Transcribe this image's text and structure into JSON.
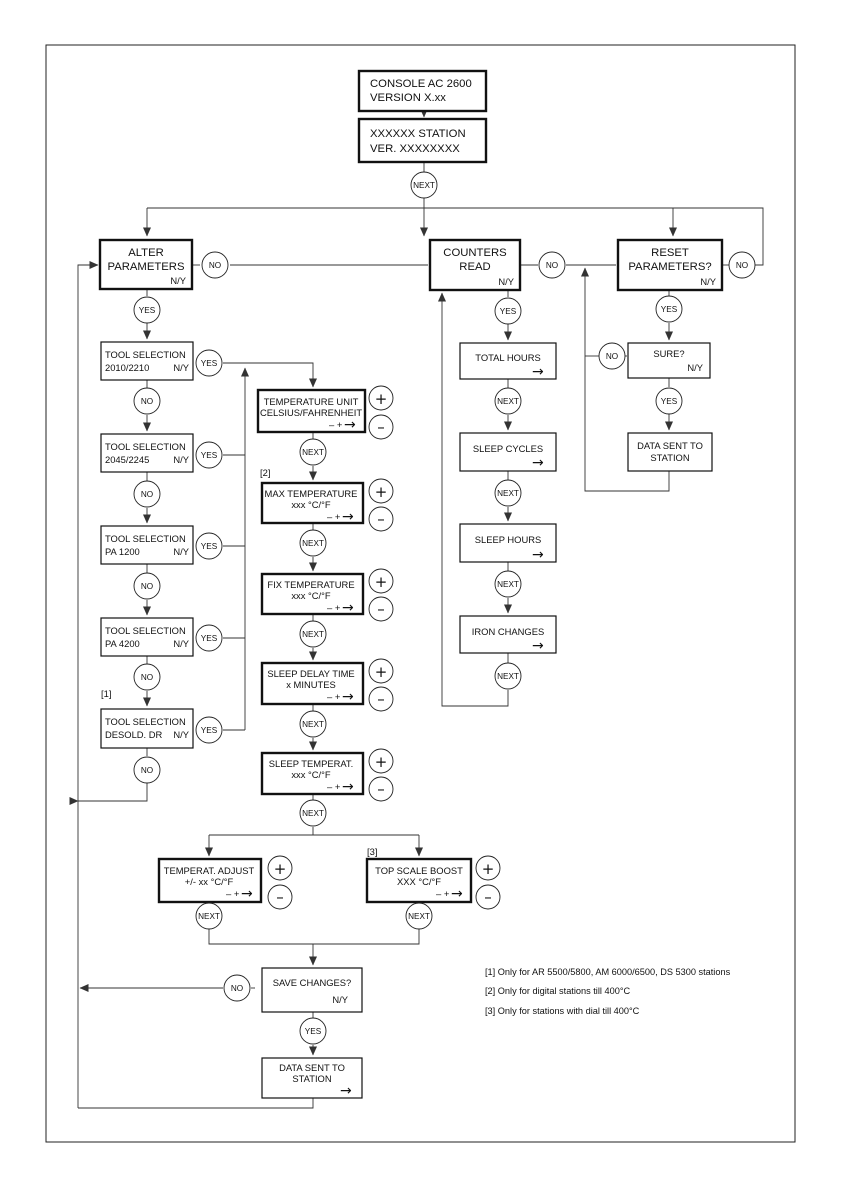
{
  "header": {
    "console_line1": "CONSOLE AC 2600",
    "console_line2": "VERSION X.xx",
    "station_line1": "XXXXXX STATION",
    "station_line2": "VER. XXXXXXXX"
  },
  "buttons": {
    "next": "NEXT",
    "yes": "YES",
    "no": "NO",
    "plus": "+",
    "minus": "–"
  },
  "common": {
    "ny": "N/Y",
    "adjust_hint": "–  +",
    "arrow_glyph": "→"
  },
  "menus": {
    "alter_line1": "ALTER",
    "alter_line2": "PARAMETERS",
    "counters_line1": "COUNTERS",
    "counters_line2": "READ",
    "reset_line1": "RESET",
    "reset_line2": "PARAMETERS?"
  },
  "tools": [
    {
      "line1": "TOOL SELECTION",
      "line2": "2010/2210"
    },
    {
      "line1": "TOOL SELECTION",
      "line2": "2045/2245"
    },
    {
      "line1": "TOOL SELECTION",
      "line2": "PA 1200"
    },
    {
      "line1": "TOOL SELECTION",
      "line2": "PA 4200"
    },
    {
      "line1": "TOOL SELECTION",
      "line2": "DESOLD. DR"
    }
  ],
  "params": [
    {
      "line1": "TEMPERATURE UNIT",
      "line2": "CELSIUS/FAHRENHEIT"
    },
    {
      "line1": "MAX TEMPERATURE",
      "line2": "xxx °C/°F"
    },
    {
      "line1": "FIX TEMPERATURE",
      "line2": "xxx °C/°F"
    },
    {
      "line1": "SLEEP DELAY TIME",
      "line2": "x MINUTES"
    },
    {
      "line1": "SLEEP TEMPERAT.",
      "line2": "xxx °C/°F"
    }
  ],
  "adjusts": [
    {
      "line1": "TEMPERAT. ADJUST",
      "line2": "+/- xx °C/°F"
    },
    {
      "line1": "TOP SCALE BOOST",
      "line2": "XXX °C/°F"
    }
  ],
  "counters": [
    "TOTAL HOURS",
    "SLEEP CYCLES",
    "SLEEP HOURS",
    "IRON CHANGES"
  ],
  "reset": {
    "sure": "SURE?",
    "sent_line1": "DATA SENT TO",
    "sent_line2": "STATION"
  },
  "save": {
    "label": "SAVE CHANGES?",
    "sent_line1": "DATA SENT TO",
    "sent_line2": "STATION"
  },
  "markers": [
    "[1]",
    "[2]",
    "[3]"
  ],
  "footnotes": [
    "[1] Only for AR 5500/5800, AM 6000/6500, DS 5300 stations",
    "[2] Only for digital stations till 400°C",
    "[3] Only for stations with dial till 400°C"
  ]
}
